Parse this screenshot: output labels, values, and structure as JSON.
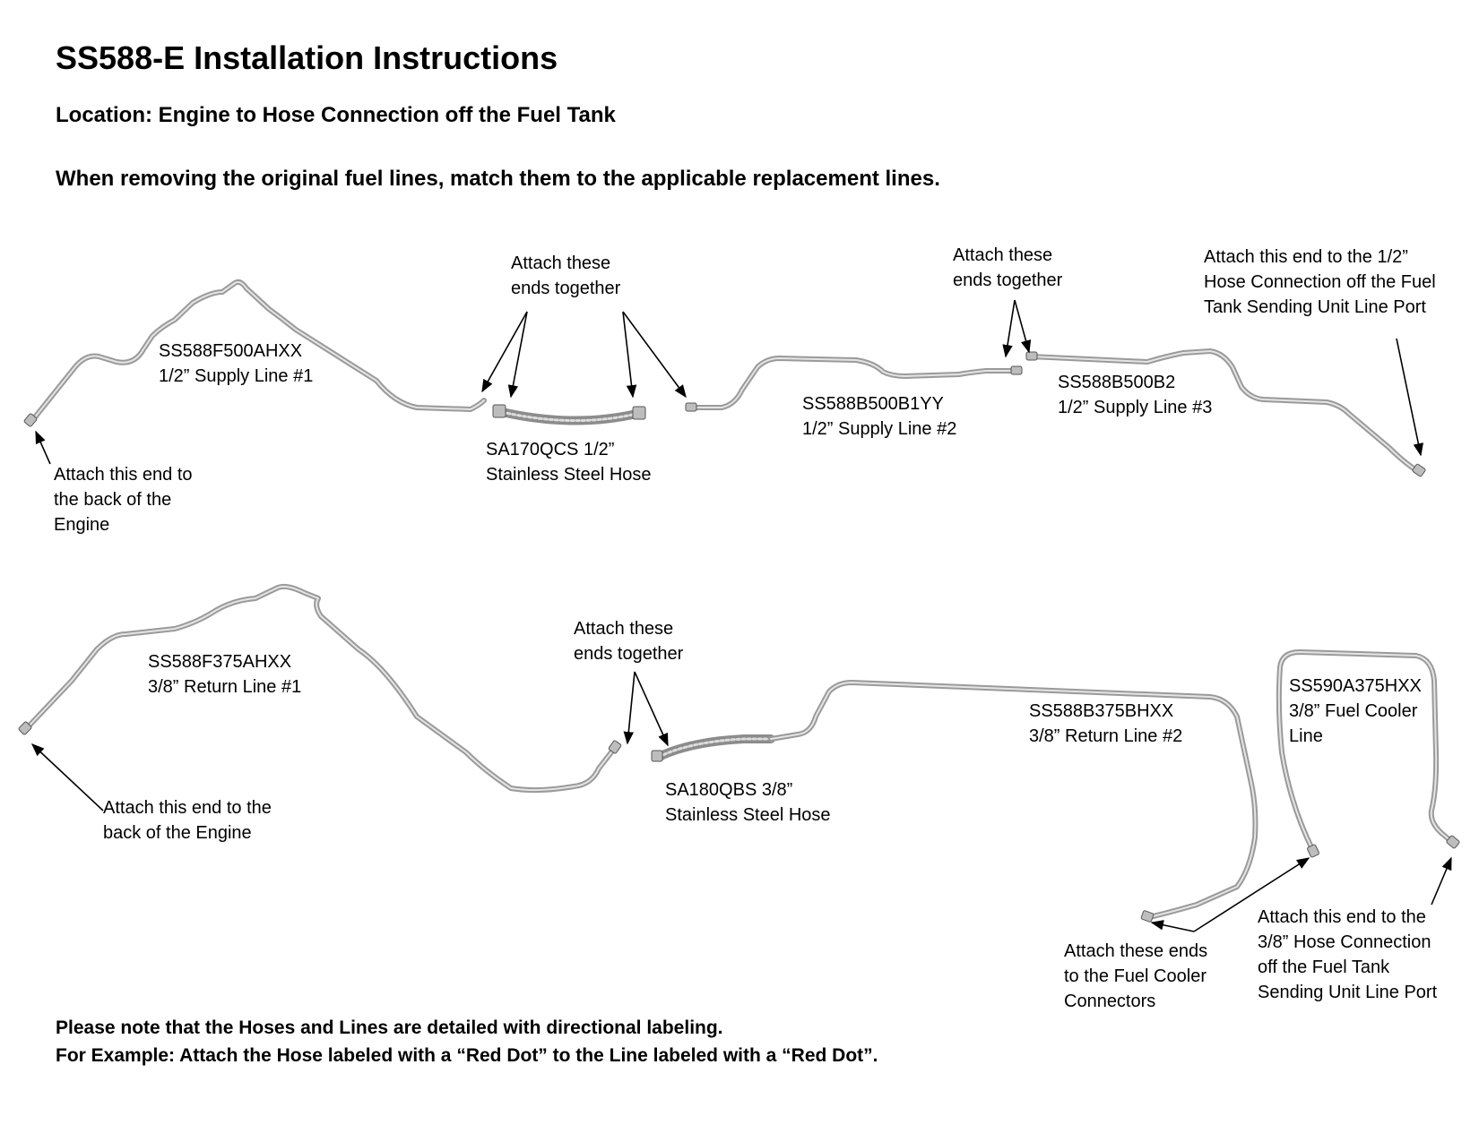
{
  "header": {
    "title": "SS588-E Installation Instructions",
    "location": "Location: Engine to Hose Connection off the Fuel Tank",
    "instruction": "When removing the original fuel lines, match them to the applicable replacement lines."
  },
  "supply_section": {
    "line1_part": "SS588F500AHXX",
    "line1_desc": "1/2” Supply Line #1",
    "engine_note_1": "Attach this end to",
    "engine_note_2": "the back of the",
    "engine_note_3": "Engine",
    "attach_a_1": "Attach these",
    "attach_a_2": "ends together",
    "hose_part": "SA170QCS 1/2”",
    "hose_desc": "Stainless Steel Hose",
    "line2_part": "SS588B500B1YY",
    "line2_desc": "1/2” Supply Line #2",
    "attach_b_1": "Attach these",
    "attach_b_2": "ends together",
    "line3_part": "SS588B500B2",
    "line3_desc": "1/2” Supply Line #3",
    "tank_note_1": "Attach this end to the 1/2”",
    "tank_note_2": "Hose Connection off the Fuel",
    "tank_note_3": "Tank Sending Unit Line Port"
  },
  "return_section": {
    "line1_part": "SS588F375AHXX",
    "line1_desc": "3/8” Return Line #1",
    "engine_note_1": "Attach this end to the",
    "engine_note_2": "back of the Engine",
    "attach_1": "Attach these",
    "attach_2": "ends together",
    "hose_part": "SA180QBS 3/8”",
    "hose_desc": "Stainless Steel Hose",
    "line2_part": "SS588B375BHXX",
    "line2_desc": "3/8” Return Line #2",
    "cooler_part": "SS590A375HXX",
    "cooler_desc_1": "3/8” Fuel Cooler",
    "cooler_desc_2": "Line",
    "cooler_note_1": "Attach these ends",
    "cooler_note_2": "to the Fuel Cooler",
    "cooler_note_3": "Connectors",
    "tank_note_1": "Attach this end to the",
    "tank_note_2": "3/8” Hose Connection",
    "tank_note_3": "off the Fuel Tank",
    "tank_note_4": "Sending Unit Line Port"
  },
  "footer": {
    "note_1": "Please note that the Hoses and Lines are detailed with directional labeling.",
    "note_2": "For Example: Attach the Hose labeled with a “Red Dot” to the Line labeled with a “Red Dot”."
  }
}
